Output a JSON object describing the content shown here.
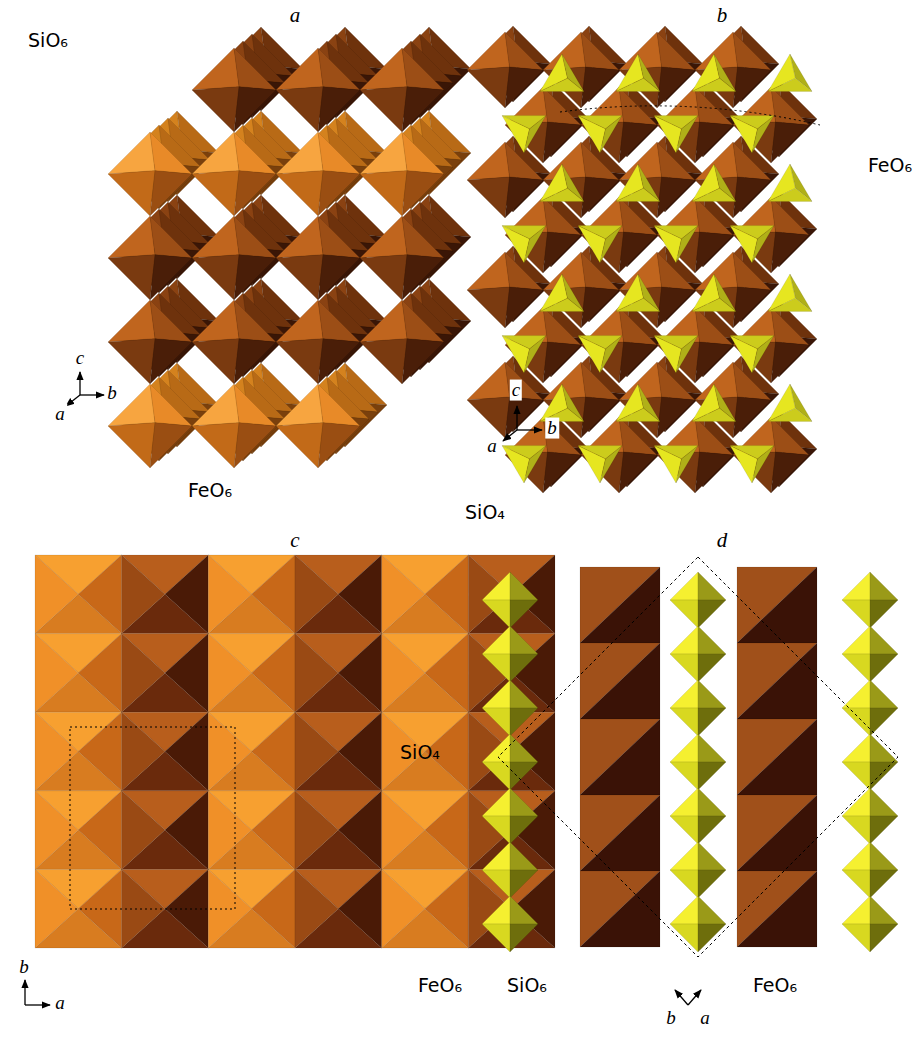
{
  "diagram": {
    "labels": [
      "a",
      "SiO₆",
      "FeO₆",
      "c",
      "a",
      "b",
      "b",
      "FeO₆",
      "SiO₄",
      "c",
      "a",
      "b",
      "c",
      "FeO₆",
      "SiO₆",
      "b",
      "a",
      "d",
      "SiO₄",
      "FeO₆",
      "b",
      "a"
    ]
  }
}
